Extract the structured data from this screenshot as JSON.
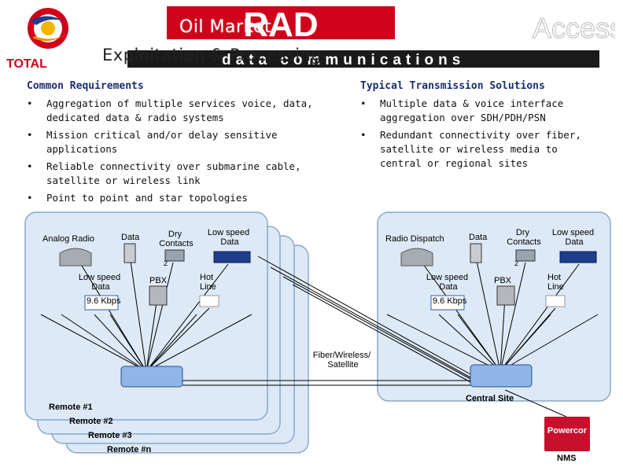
{
  "header": {
    "title_line1": "Oil Market",
    "title_line2": "Exploitation & Processing",
    "brand_total": "TOTAL",
    "brand_rad": "RAD",
    "brand_access": "Access",
    "brand_communications": "data communications"
  },
  "left": {
    "heading": "Common Requirements",
    "items": [
      "Aggregation of multiple services voice, data, dedicated data & radio systems",
      "Mission critical and/or delay sensitive applications",
      "Reliable connectivity over submarine cable, satellite or wireless link",
      "Point to point and star topologies"
    ]
  },
  "right": {
    "heading": "Typical Transmission Solutions",
    "items": [
      "Multiple data & voice interface aggregation over SDH/PDH/PSN",
      "Redundant connectivity over fiber, satellite or wireless media to central or regional sites"
    ]
  },
  "diagram": {
    "remote": {
      "analog_radio": "Analog Radio",
      "data": "Data",
      "dry_contacts": "Dry Contacts",
      "low_speed_data": "Low speed Data",
      "low_speed_data_2": "Low speed Data",
      "pbx": "PBX",
      "hot_line": "Hot Line",
      "rate": "9.6 Kbps"
    },
    "remote_labels": [
      "Remote #1",
      "Remote #2",
      "Remote #3",
      "Remote #n"
    ],
    "link_label": "Fiber/Wireless/ Satellite",
    "central": {
      "radio_dispatch": "Radio Dispatch",
      "data": "Data",
      "dry_contacts": "Dry Contacts",
      "low_speed_data": "Low speed Data",
      "low_speed_data_2": "Low speed Data",
      "pbx": "PBX",
      "hot_line": "Hot Line",
      "rate": "9.6 Kbps",
      "site_label": "Central Site"
    },
    "nms_label": "NMS",
    "nms_logo": "Powercor"
  },
  "colors": {
    "heading": "#1a2e6e",
    "rad_red": "#d0021b",
    "panel_fill": "#dde9f6",
    "panel_stroke": "#8aa8cc",
    "line": "#000000"
  }
}
